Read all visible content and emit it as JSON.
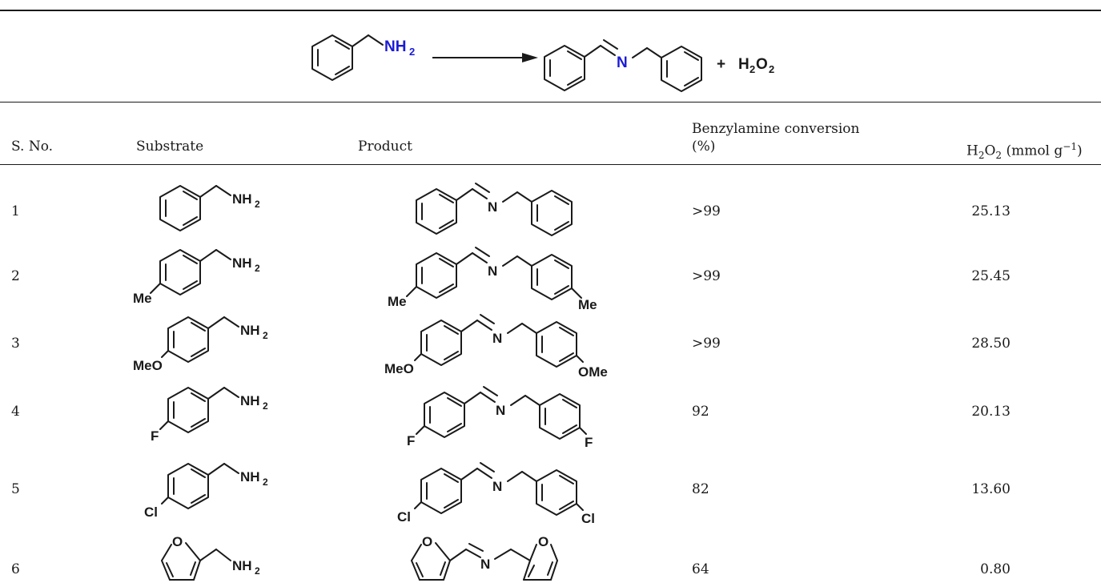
{
  "scheme": {
    "reactant_group": "NH",
    "reactant_sub": "2",
    "product_atom": "N",
    "byproduct_plus": "+",
    "byproduct_h": "H",
    "byproduct_2a": "2",
    "byproduct_o": "O",
    "byproduct_2b": "2"
  },
  "table": {
    "headers": {
      "sno": "S. No.",
      "substrate": "Substrate",
      "product": "Product",
      "conversion_line1": "Benzylamine conversion",
      "conversion_line2": "(%)",
      "h2o2_h": "H",
      "h2o2_sub1": "2",
      "h2o2_o": "O",
      "h2o2_sub2": "2",
      "h2o2_unit": " (mmol g",
      "h2o2_sup": "−1",
      "h2o2_close": ")"
    },
    "rows": [
      {
        "sno": "1",
        "substituent": "",
        "conversion": ">99",
        "h2o2": "25.13"
      },
      {
        "sno": "2",
        "substituent": "Me",
        "conversion": ">99",
        "h2o2": "25.45"
      },
      {
        "sno": "3",
        "substituent": "MeO",
        "product_right": "OMe",
        "conversion": ">99",
        "h2o2": "28.50"
      },
      {
        "sno": "4",
        "substituent": "F",
        "conversion": "92",
        "h2o2": "20.13"
      },
      {
        "sno": "5",
        "substituent": "Cl",
        "conversion": "82",
        "h2o2": "13.60"
      },
      {
        "sno": "6",
        "substituent": "O",
        "conversion": "64",
        "h2o2": "0.80"
      }
    ],
    "atoms": {
      "nh": "NH",
      "nh_sub": "2",
      "n": "N",
      "me": "Me",
      "meo": "MeO",
      "ome": "OMe",
      "f": "F",
      "cl": "Cl",
      "o": "O"
    }
  }
}
